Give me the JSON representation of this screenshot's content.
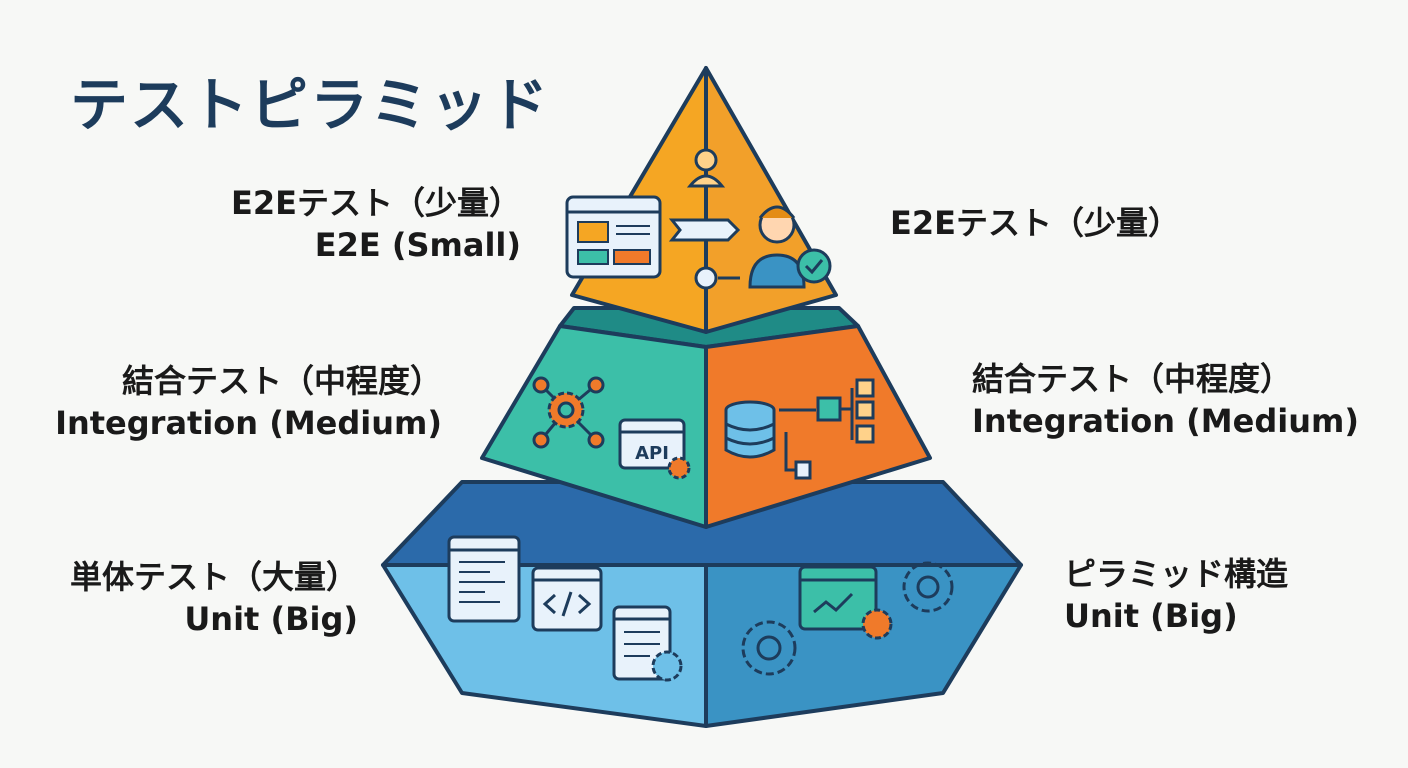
{
  "title": "テストピラミッド",
  "labels": {
    "e2e_left_jp": "E2Eテスト（少量）",
    "e2e_left_en": "E2E (Small)",
    "e2e_right_jp": "E2Eテスト（少量）",
    "int_left_jp": "結合テスト（中程度）",
    "int_left_en": "Integration (Medium)",
    "int_right_jp": "結合テスト（中程度）",
    "int_right_en": "Integration (Medium)",
    "unit_left_jp": "単体テスト（大量）",
    "unit_left_en": "Unit (Big)",
    "unit_right_jp": "ピラミッド構造",
    "unit_right_en": "Unit (Big)"
  },
  "api_label": "API",
  "colors": {
    "e2e": "#f5a623",
    "e2e_shadow": "#e48c16",
    "integration_left": "#3cbfa8",
    "integration_right": "#f07a2a",
    "unit_left": "#6ec0e8",
    "unit_right": "#3a93c4",
    "outline": "#1d3c5c"
  },
  "icons": [
    "browser-window-icon",
    "user-flow-icon",
    "user-check-icon",
    "network-gear-icon",
    "api-window-icon",
    "database-icon",
    "hierarchy-icon",
    "code-window-icon",
    "code-tag-icon",
    "list-window-icon",
    "gear-icon",
    "chart-window-icon"
  ]
}
